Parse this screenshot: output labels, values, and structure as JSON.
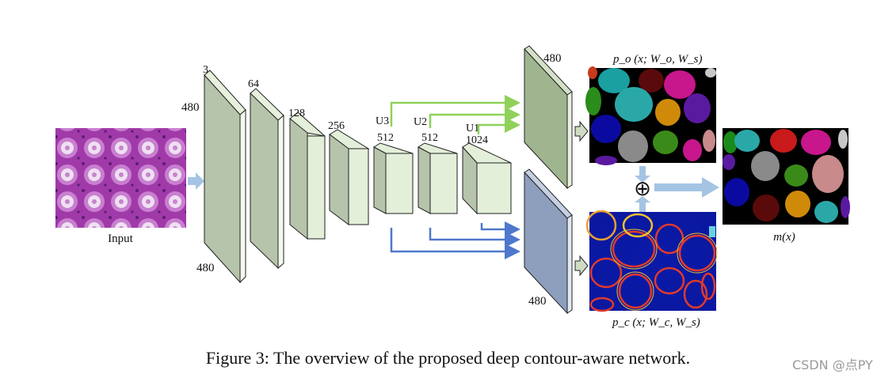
{
  "input_label": "Input",
  "conv_layers": [
    {
      "channels": "3",
      "height_label": "480",
      "width_label": "480"
    },
    {
      "channels": "64"
    },
    {
      "channels": "128"
    },
    {
      "channels": "256"
    },
    {
      "channels": "512",
      "branch": "U3"
    },
    {
      "channels": "512",
      "branch": "U2"
    },
    {
      "channels": "1024",
      "branch": "U1"
    }
  ],
  "object_map_size": "480",
  "contour_map_size": "480",
  "object_formula": "p_o (x; W_o, W_s)",
  "contour_formula": "p_c (x; W_c, W_s)",
  "fusion_symbol": "⊕",
  "output_formula": "m(x)",
  "caption": "Figure 3: The overview of the proposed deep contour-aware network.",
  "watermark": "CSDN @点PY",
  "colors": {
    "block_front": "#b7c4ac",
    "block_front_light": "#e3efd9",
    "object_block": "#9fb590",
    "contour_block": "#8e9fbe",
    "green_arrow": "#8fd15a",
    "blue_arrow": "#4e78cc",
    "light_arrow": "#a5c4e3"
  }
}
